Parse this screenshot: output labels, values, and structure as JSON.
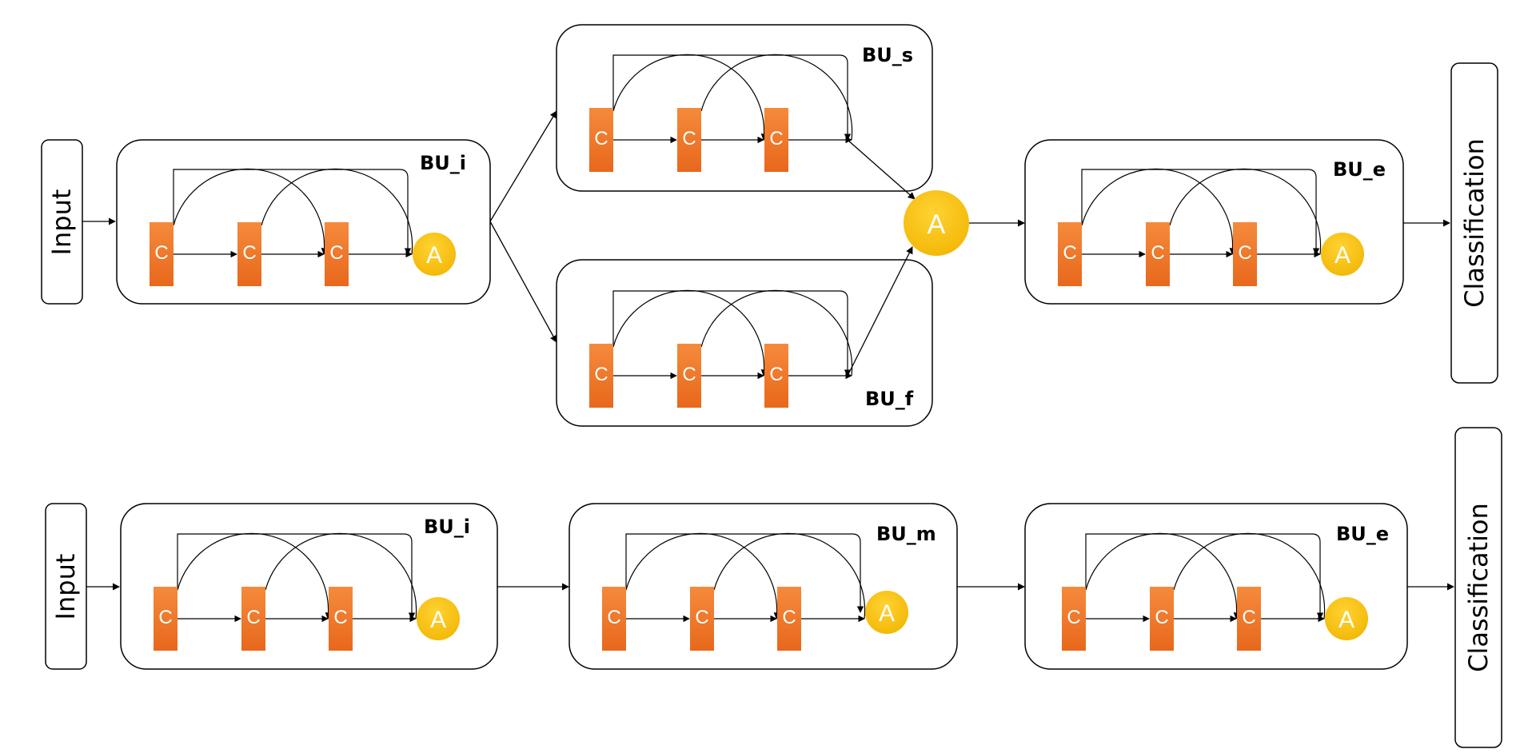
{
  "labels": {
    "input": "Input",
    "classification": "Classification",
    "conv": "C",
    "attention": "A"
  },
  "top": {
    "bu_i": "BU_i",
    "bu_s": "BU_s",
    "bu_f": "BU_f",
    "bu_e": "BU_e"
  },
  "bottom": {
    "bu_i": "BU_i",
    "bu_m": "BU_m",
    "bu_e": "BU_e"
  },
  "colors": {
    "conv_fill": "#F07A2A",
    "attention_fill": "#F6BF10",
    "stroke": "#000000"
  }
}
